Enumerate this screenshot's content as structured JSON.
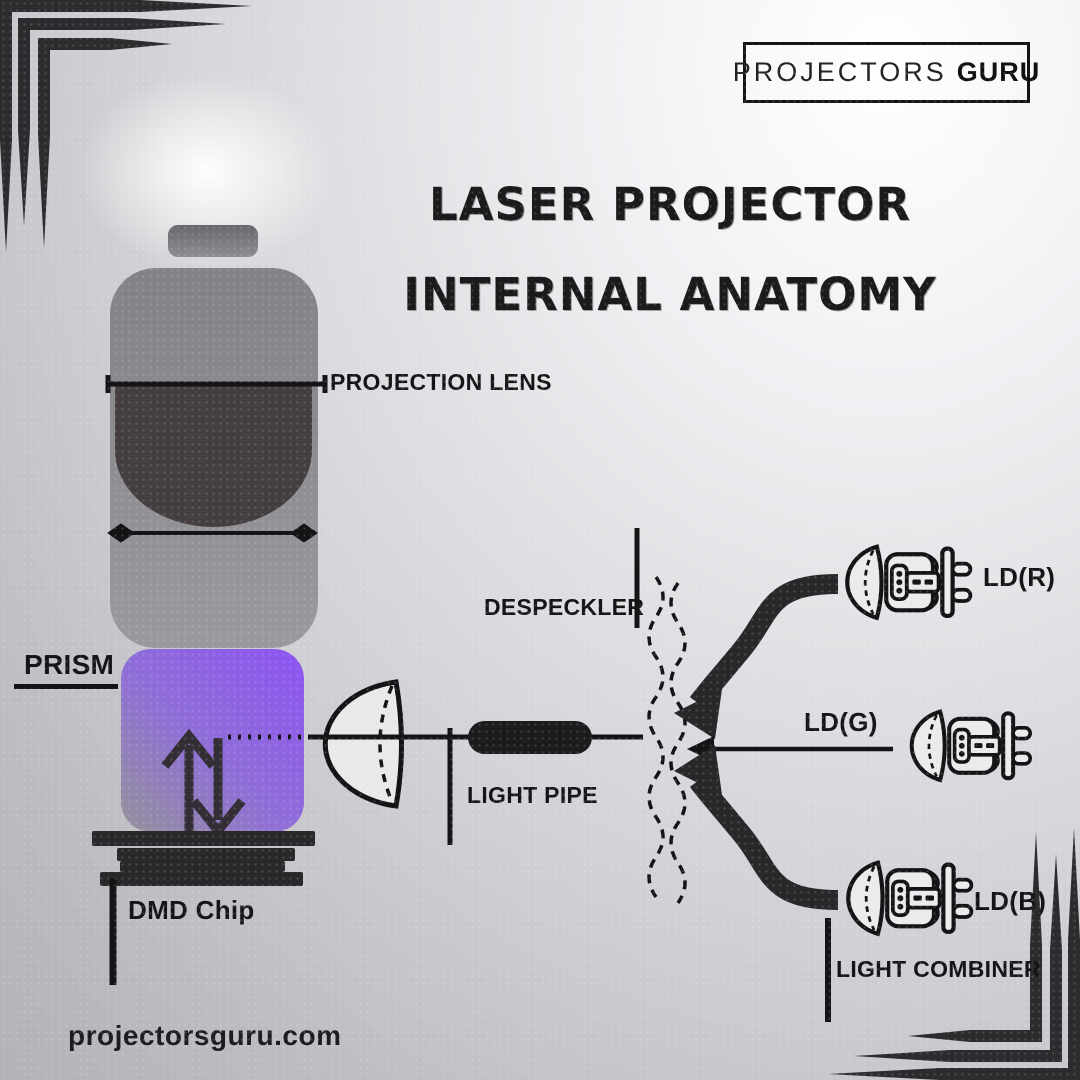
{
  "logo": {
    "brand_light": "PROJECTORS",
    "brand_bold": "GURU"
  },
  "title": {
    "line1": "LASER PROJECTOR",
    "line2": "INTERNAL ANATOMY"
  },
  "diagram": {
    "labels": {
      "projection_lens": "PROJECTION LENS",
      "prism": "PRISM",
      "dmd_chip": "DMD Chip",
      "despeckler": "DESPECKLER",
      "light_pipe": "LIGHT PIPE",
      "ld_r": "LD(R)",
      "ld_g": "LD(G)",
      "ld_b": "LD(B)",
      "light_combiner": "LIGHT COMBINER"
    },
    "colors": {
      "prism_purple": "#8c53f2",
      "prism_gray": "#95929a",
      "body_gray": "#8f8e92",
      "lens_dark": "#453e41",
      "ink": "#141316"
    }
  },
  "footer": {
    "website": "projectorsguru.com"
  }
}
